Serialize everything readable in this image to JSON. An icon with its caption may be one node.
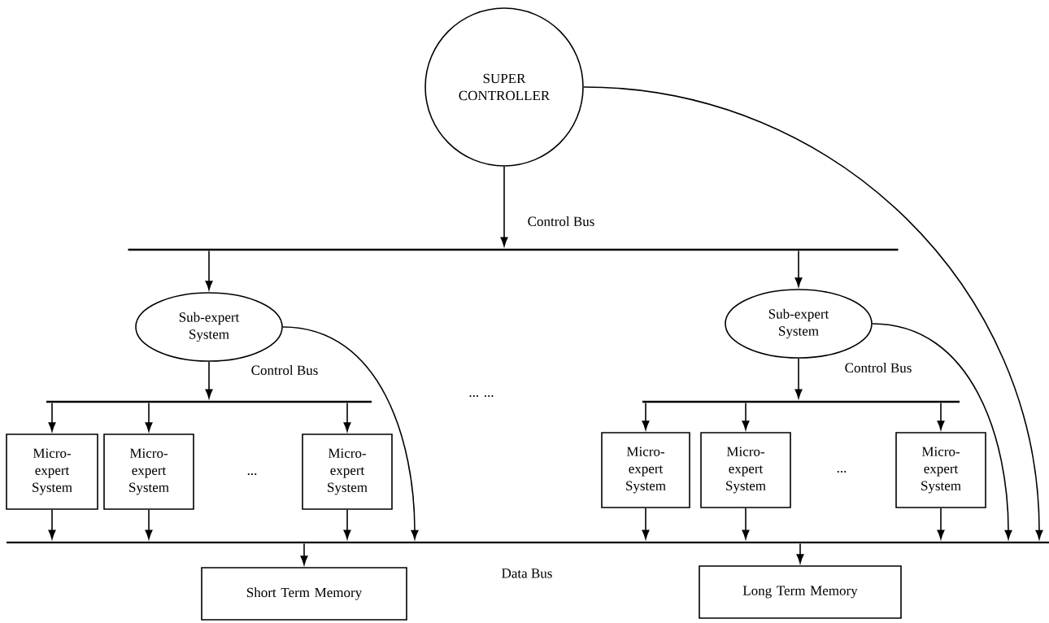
{
  "diagram": {
    "nodes": [
      {
        "text": [
          "SUPER CONTROLLER"
        ]
      },
      {
        "text": [],
        "shape": "bar",
        "beside": [
          "Control Bus"
        ]
      },
      {
        "text": [
          "Sub-expert System"
        ]
      },
      {
        "text": [
          "Sub-expert System"
        ]
      },
      {
        "text": [],
        "shape": "bar"
      },
      {
        "text": [],
        "shape": "bar"
      },
      {
        "text": [
          "Micro-expert System"
        ]
      },
      {
        "text": [
          "Micro-expert System"
        ]
      },
      {
        "text": [
          "Micro-expert System"
        ]
      },
      {
        "text": [
          "Micro-expert System"
        ]
      },
      {
        "text": [
          "Micro-expert System"
        ]
      },
      {
        "text": [
          "Micro-expert System"
        ]
      },
      {
        "text": [],
        "shape": "bar",
        "beside": [
          "Data Bus"
        ]
      },
      {
        "text": [
          "Short Term Memory"
        ]
      },
      {
        "text": [
          "Long Term Memory"
        ]
      }
    ],
    "edges": [
      {
        "from": 0,
        "to": 1,
        "arrow": "to"
      },
      {
        "from": 0,
        "to": 12,
        "arrow": "to"
      },
      {
        "from": 1,
        "to": 2,
        "arrow": "to"
      },
      {
        "from": 1,
        "to": 3,
        "arrow": "to"
      },
      {
        "from": 2,
        "to": 4,
        "arrow": "to"
      },
      {
        "from": 2,
        "to": 12,
        "arrow": "to"
      },
      {
        "from": 3,
        "to": 5,
        "arrow": "to"
      },
      {
        "from": 3,
        "to": 12,
        "arrow": "to"
      },
      {
        "from": 4,
        "to": 6,
        "arrow": "to"
      },
      {
        "from": 4,
        "to": 7,
        "arrow": "to"
      },
      {
        "from": 4,
        "to": 8,
        "arrow": "to"
      },
      {
        "from": 5,
        "to": 9,
        "arrow": "to"
      },
      {
        "from": 5,
        "to": 10,
        "arrow": "to"
      },
      {
        "from": 5,
        "to": 11,
        "arrow": "to"
      },
      {
        "from": 6,
        "to": 12,
        "arrow": "to"
      },
      {
        "from": 7,
        "to": 12,
        "arrow": "to"
      },
      {
        "from": 8,
        "to": 12,
        "arrow": "to"
      },
      {
        "from": 9,
        "to": 12,
        "arrow": "to"
      },
      {
        "from": 10,
        "to": 12,
        "arrow": "to"
      },
      {
        "from": 11,
        "to": 12,
        "arrow": "to"
      },
      {
        "from": 12,
        "to": 13,
        "arrow": "to"
      },
      {
        "from": 12,
        "to": 14,
        "arrow": "to"
      }
    ],
    "labels": [
      "Control Bus",
      "Control Bus",
      "... ...",
      "...",
      "..."
    ]
  }
}
